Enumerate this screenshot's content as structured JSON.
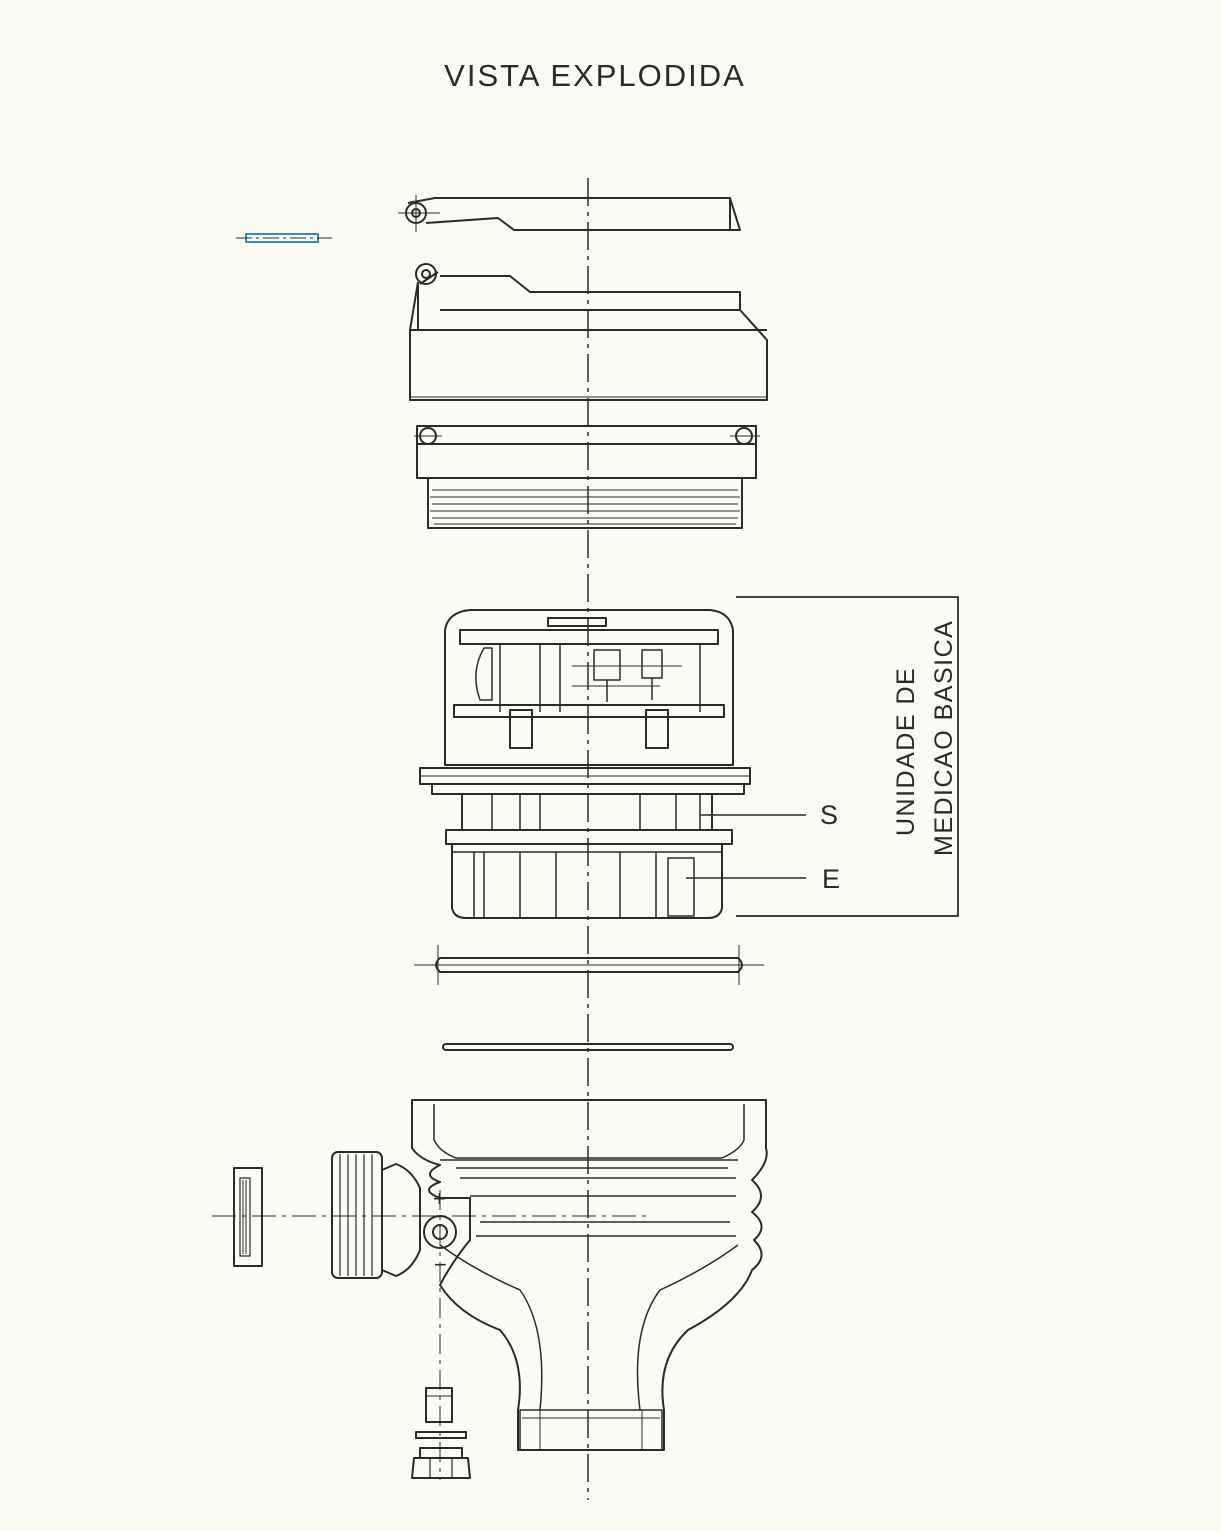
{
  "diagram": {
    "title": "VISTA EXPLODIDA",
    "labels": {
      "s": "S",
      "e": "E",
      "unit_line1": "UNIDADE DE",
      "unit_line2": "MEDICAO BASICA",
      "plus": "+",
      "minus": "−"
    },
    "colors": {
      "line": "#2a2a2a",
      "pin_accent": "#3a8bb0",
      "background": "#fbfaf3"
    }
  }
}
